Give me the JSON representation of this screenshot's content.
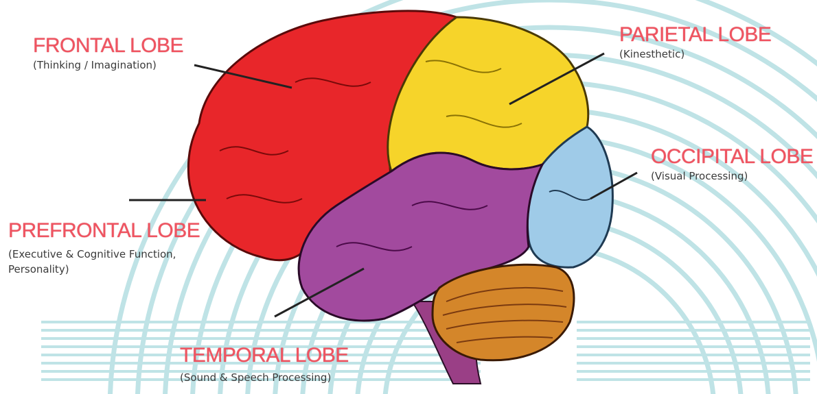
{
  "labels": {
    "frontal": {
      "name": "FRONTAL LOBE",
      "desc": "(Thinking / Imagination)"
    },
    "parietal": {
      "name": "PARIETAL LOBE",
      "desc": "(Kinesthetic)"
    },
    "occipital": {
      "name": "OCCIPITAL LOBE",
      "desc": "(Visual Processing)"
    },
    "prefrontal": {
      "name": "PREFRONTAL LOBE",
      "desc1": "(Executive & Cognitive Function,",
      "desc2": "Personality)"
    },
    "temporal": {
      "name": "TEMPORAL LOBE",
      "desc": "(Sound & Speech Processing)"
    }
  },
  "colors": {
    "frontal": "#e8262a",
    "parietal": "#f6d42a",
    "temporal": "#a24a9e",
    "occipital": "#9fcbe8",
    "cerebellum": "#d4862a",
    "brainstem": "#9a3f86",
    "label": "#f05360",
    "background_lines": "#bfe3e6"
  }
}
